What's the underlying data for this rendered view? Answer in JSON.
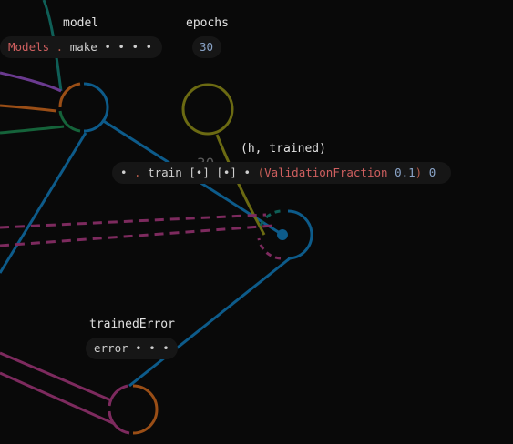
{
  "nodes": {
    "model": {
      "label": "model",
      "tokens": [
        {
          "t": "Models",
          "cls": "t-ctor"
        },
        {
          "t": " . ",
          "cls": "t-dot"
        },
        {
          "t": "make",
          "cls": "t-plain"
        },
        {
          "t": " • • • •",
          "cls": "t-hole"
        }
      ]
    },
    "epochs": {
      "label": "epochs",
      "tokens": [
        {
          "t": "30",
          "cls": "t-num"
        }
      ]
    },
    "trained": {
      "label": "(h, trained)",
      "tokens": [
        {
          "t": "•",
          "cls": "t-hole"
        },
        {
          "t": " . ",
          "cls": "t-dot"
        },
        {
          "t": "train",
          "cls": "t-plain"
        },
        {
          "t": " [•] [•] • ",
          "cls": "t-hole"
        },
        {
          "t": "(",
          "cls": "t-paren"
        },
        {
          "t": "ValidationFraction",
          "cls": "t-ctor"
        },
        {
          "t": " ",
          "cls": "t-plain"
        },
        {
          "t": "0.1",
          "cls": "t-num"
        },
        {
          "t": ")",
          "cls": "t-paren"
        },
        {
          "t": " ",
          "cls": "t-plain"
        },
        {
          "t": "0",
          "cls": "t-num"
        }
      ]
    },
    "trainedError": {
      "label": "trainedError",
      "tokens": [
        {
          "t": "error",
          "cls": "t-plain"
        },
        {
          "t": " • • •",
          "cls": "t-hole"
        }
      ]
    }
  },
  "ghost_value": "30",
  "colors": {
    "background": "#090909",
    "teal": "#0f5f57",
    "purple": "#6a3a8f",
    "orange": "#9a4e16",
    "green": "#15633a",
    "blue": "#0d5b8a",
    "olive": "#6b6a12",
    "magenta": "#7d2a5e",
    "node_fill": "#161616",
    "label_text": "#e2e2e2"
  }
}
